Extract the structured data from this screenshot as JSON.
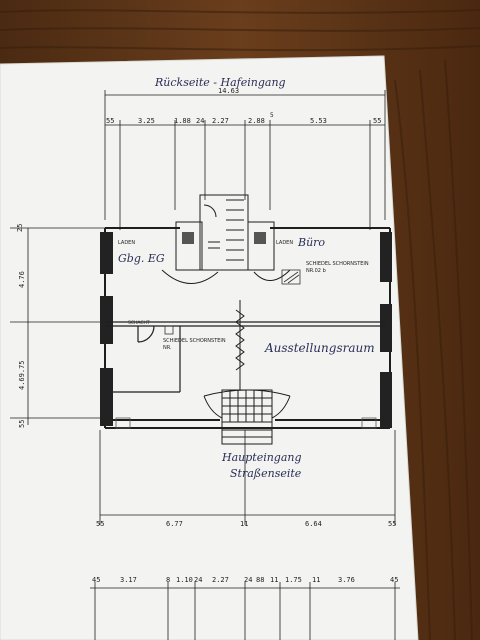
{
  "photo": {
    "subject": "floor-plan-on-wooden-table",
    "colors": {
      "wood": "#5a3418",
      "wood_dark": "#3e220e",
      "paper": "#f3f3f1",
      "ink": "#1e1e1e",
      "pen": "#2a2f55"
    }
  },
  "handwriting": {
    "top_note": "Rückseite - Hafeingang",
    "room_left": "Gbg. EG",
    "room_right": "Büro",
    "hall": "Ausstellungsraum",
    "entrance_line1": "Haupteingang",
    "entrance_line2": "Straßenseite"
  },
  "printed_labels": {
    "laden_left": "LADEN",
    "laden_right": "LADEN",
    "chimney_right_1": "SCHIEDEL  SCHORNSTEIN",
    "chimney_right_2": "NR.02 b",
    "chimney_left_1": "SCHIEDEL  SCHORNSTEIN",
    "chimney_left_2": "NR.",
    "small_note": "SCHACHT"
  },
  "dimensions": {
    "overall_top": "14.63",
    "top_chain": [
      "55",
      "3.25",
      "1.88",
      "24",
      "2.27",
      "2.88",
      "5",
      "5.53",
      "55"
    ],
    "bottom_chain": [
      "55",
      "6.77",
      "11",
      "6.64",
      "55"
    ],
    "left_chain": [
      "25",
      "4.76",
      "4.69.75",
      "55"
    ],
    "next_plan_chain": [
      "45",
      "3.17",
      "8",
      "1.10",
      "24",
      "2.27",
      "24",
      "88",
      "11",
      "1.75",
      "11",
      "3.76",
      "45"
    ]
  }
}
